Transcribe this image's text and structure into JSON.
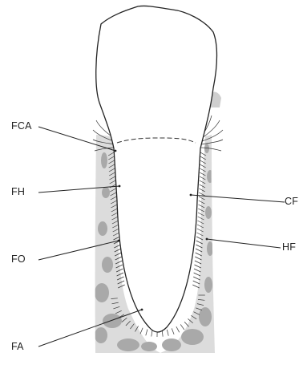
{
  "labels": {
    "fca": "FCA",
    "fh": "FH",
    "fo": "FO",
    "fa": "FA",
    "cf": "CF",
    "hf": "HF"
  },
  "colors": {
    "bone": "#dcdcdc",
    "bone_pattern": "#a9a9a9",
    "outline": "#222222",
    "fibers": "#333333"
  }
}
